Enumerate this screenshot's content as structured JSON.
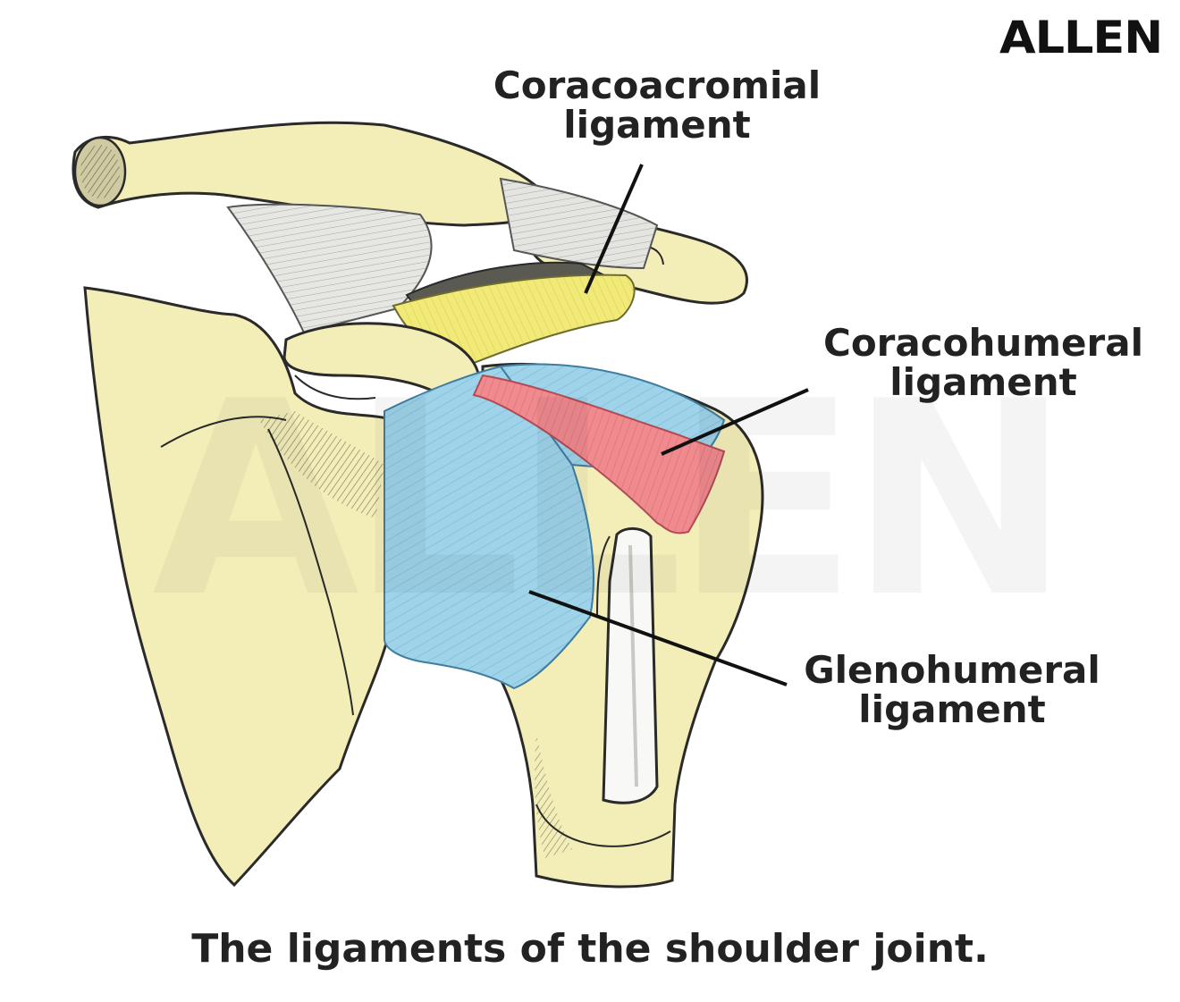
{
  "logo": {
    "text": "ALLEN"
  },
  "watermark": {
    "text": "ALLEN"
  },
  "labels": {
    "coracoacromial": {
      "line1": "Coracoacromial",
      "line2": "ligament"
    },
    "coracohumeral": {
      "line1": "Coracohumeral",
      "line2": "ligament"
    },
    "glenohumeral": {
      "line1": "Glenohumeral",
      "line2": "ligament"
    }
  },
  "caption": "The ligaments of the shoulder joint.",
  "colors": {
    "bone": "#f3eeb8",
    "coracoacromial": "#f1ea78",
    "coracohumeral": "#ef8a8f",
    "glenohumeral": "#9ed3ea",
    "ink": "#222222"
  }
}
